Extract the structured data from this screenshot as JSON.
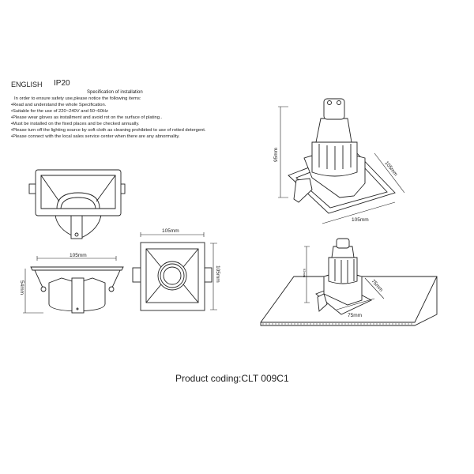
{
  "header": {
    "language": "ENGLISH",
    "rating": "IP20"
  },
  "specification": {
    "title": "Specification of installation",
    "intro": "In order to ensure safety use,please notice the following items:",
    "items": [
      "•Read and understand the whole Specification.",
      "•Suitable for the use of 220~240V and 50~60Hz",
      "•Please wear gloves as installment and avoid rot on the surface of plating..",
      "•Must be installed on the fixed places and be checked annually.",
      "•Please turn off the lighting source by soft cloth as cleaning prohibited to use of rotted detergent.",
      "•Please connect with the local sales service center when there are any abnormality."
    ]
  },
  "dimensions": {
    "front_width": "105mm",
    "front_height": "54mm",
    "top_width": "105mm",
    "top_height": "105mm",
    "iso_height": "95mm",
    "iso_side": "105mm",
    "iso_width": "105mm",
    "install_height": "92mm",
    "install_side": "75mm",
    "install_width": "75mm"
  },
  "product": {
    "coding": "Product coding:CLT 009C1"
  }
}
